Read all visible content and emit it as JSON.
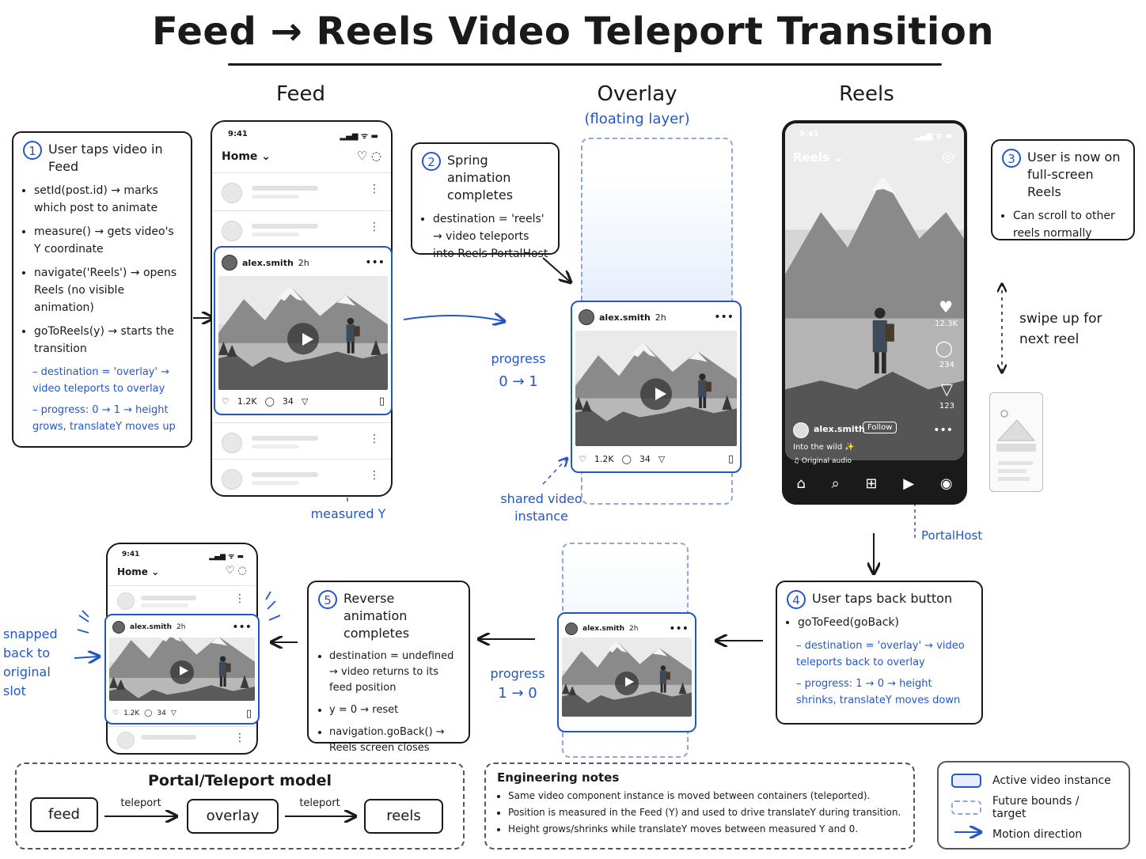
{
  "title": "Feed → Reels Video Teleport Transition",
  "columns": {
    "feed": "Feed",
    "overlay": "Overlay",
    "overlay_sub": "(floating layer)",
    "reels": "Reels"
  },
  "step1": {
    "num": "1",
    "title": "User taps video in Feed",
    "points": [
      "setId(post.id) → marks which post to animate",
      "measure() → gets video's Y coordinate",
      "navigate('Reels') → opens Reels (no visible animation)",
      "goToReels(y) → starts the transition"
    ],
    "sub": [
      "destination = 'overlay' → video teleports to overlay",
      "progress: 0 → 1 → height grows, translateY moves up"
    ]
  },
  "step2": {
    "num": "2",
    "title": "Spring animation completes",
    "points": [
      "destination = 'reels' → video teleports into Reels PortalHost"
    ]
  },
  "step3": {
    "num": "3",
    "title": "User is now on full-screen Reels",
    "points": [
      "Can scroll to other reels normally"
    ]
  },
  "step4": {
    "num": "4",
    "title": "User taps back button",
    "points": [
      "goToFeed(goBack)"
    ],
    "sub": [
      "destination = 'overlay' → video teleports back to overlay",
      "progress: 1 → 0 → height shrinks, translateY moves down"
    ]
  },
  "step5": {
    "num": "5",
    "title": "Reverse animation completes",
    "points": [
      "destination = undefined → video returns to its feed position",
      "y = 0 → reset",
      "navigation.goBack() → Reels screen closes"
    ]
  },
  "phone": {
    "time": "9:41",
    "signal": "▂▄▆ ᯤ ▬",
    "home": "Home ⌄",
    "home_icons": "♡ ◌",
    "reels_title": "Reels ⌄",
    "camera": "◎"
  },
  "post": {
    "user": "alex.smith",
    "time": "2h",
    "more": "•••",
    "likes": "1.2K",
    "comments": "34",
    "share": "▽",
    "bookmark": "▯"
  },
  "reel": {
    "likes": "12.3K",
    "comments": "234",
    "shares": "123",
    "more": "•••",
    "follow": "Follow",
    "caption": "Into the wild ✨",
    "audio": "♫ Original audio",
    "nav": [
      "⌂",
      "⌕",
      "⊞",
      "▶",
      "◉"
    ]
  },
  "annotations": {
    "progress_fwd_label": "progress",
    "progress_fwd": "0 → 1",
    "progress_back_label": "progress",
    "progress_back": "1 → 0",
    "measured_y": "measured Y",
    "shared_video": "shared video instance",
    "portalhost": "PortalHost",
    "swipe": "swipe up for next reel",
    "snapped": "snapped back to original slot"
  },
  "model": {
    "title": "Portal/Teleport model",
    "nodes": [
      "feed",
      "overlay",
      "reels"
    ],
    "edge": "teleport"
  },
  "notes": {
    "title": "Engineering notes",
    "items": [
      "Same video component instance is moved between containers (teleported).",
      "Position is measured in the Feed (Y) and used to drive translateY during transition.",
      "Height grows/shrinks while translateY moves between measured Y and 0."
    ]
  },
  "legend": {
    "active": "Active video instance",
    "future": "Future bounds / target",
    "motion": "Motion direction"
  },
  "colors": {
    "accent": "#2457c5",
    "ink": "#1a1a1a",
    "dash": "#8ea8dc"
  }
}
